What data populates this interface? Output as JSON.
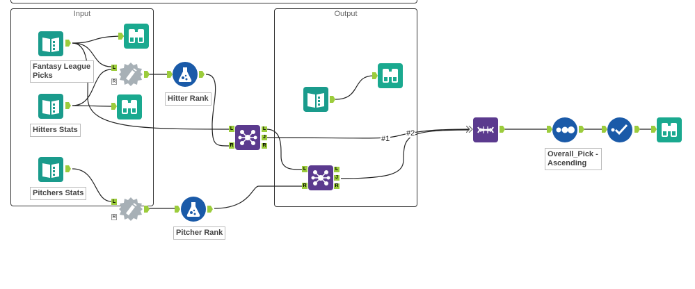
{
  "containers": {
    "input": {
      "title": "Input"
    },
    "output": {
      "title": "Output"
    }
  },
  "labels": {
    "fantasy_league_picks": "Fantasy League\nPicks",
    "hitters_stats": "Hitters Stats",
    "pitchers_stats": "Pitchers Stats",
    "hitter_rank": "Hitter Rank",
    "pitcher_rank": "Pitcher Rank",
    "overall_pick": "Overall_Pick -\nAscending"
  },
  "connections": {
    "c1": "#1",
    "c2": "#2"
  },
  "anchors": {
    "left": "L",
    "right": "R",
    "join": "J"
  },
  "icons": [
    "input-data-icon",
    "browse-icon",
    "append-fields-icon",
    "formula-icon",
    "join-icon",
    "dynamic-select-icon",
    "sort-icon",
    "select-icon"
  ],
  "colors": {
    "input_teal": "#1a9b8c",
    "browse_teal": "#1aa98f",
    "formula_blue": "#1a5aa8",
    "join_purple": "#5b3a8e",
    "append_gray": "#9aa3aa",
    "anchor_green": "#9ccc3c"
  }
}
